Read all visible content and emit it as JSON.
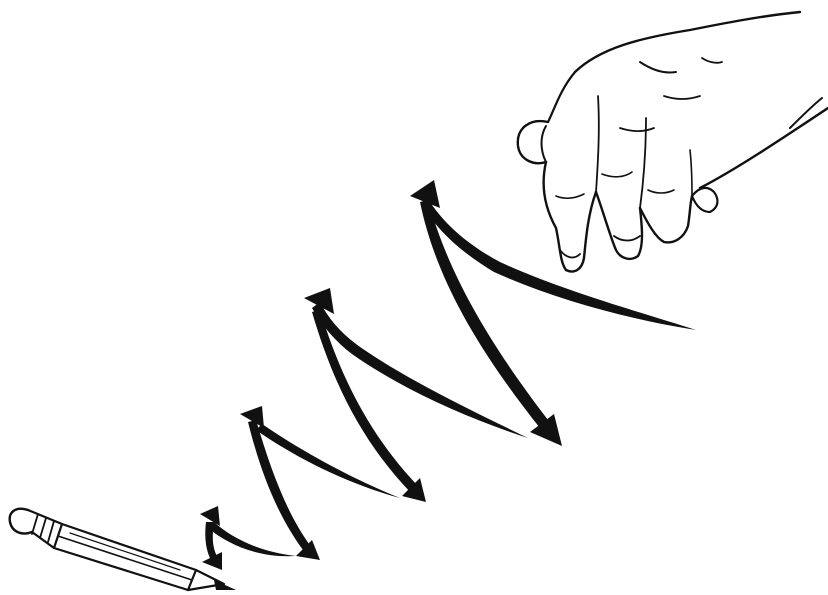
{
  "illustration": {
    "objects": [
      {
        "name": "hand",
        "icon": "pointing-hand-icon"
      },
      {
        "name": "pencil",
        "icon": "pencil-icon"
      }
    ],
    "motion": {
      "icon": "zigzag-arrows-icon",
      "arrow_count": 8
    },
    "colors": {
      "ink": "#111111",
      "background": "#ffffff"
    }
  }
}
